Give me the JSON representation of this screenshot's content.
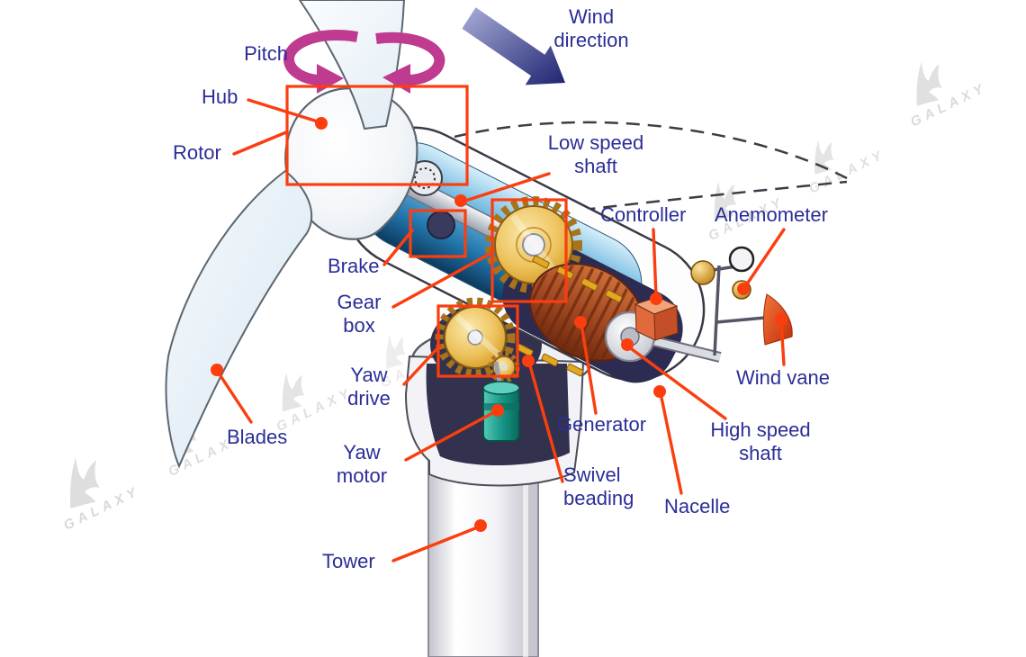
{
  "labels": {
    "pitch": "Pitch",
    "hub": "Hub",
    "rotor": "Rotor",
    "wind_direction": "Wind direction",
    "low_speed_shaft": "Low speed shaft",
    "controller": "Controller",
    "anemometer": "Anemometer",
    "brake": "Brake",
    "gear_box": "Gear box",
    "yaw_drive": "Yaw drive",
    "yaw_motor": "Yaw motor",
    "blades": "Blades",
    "generator": "Generator",
    "high_speed_shaft": "High speed shaft",
    "wind_vane": "Wind vane",
    "swivel_beading": "Swivel beading",
    "nacelle": "Nacelle",
    "tower": "Tower"
  },
  "watermark": {
    "text": "GALAXY"
  },
  "colors": {
    "label_text": "#2b2e96",
    "leader_line": "#fb3e0f",
    "highlight_box": "#fb3e0f",
    "pitch_arrow": "#bf3b8f",
    "wind_arrow_dark": "#1e2370",
    "nacelle_interior_blue": "#2277ad",
    "gear_gold": "#edc25c",
    "generator_copper": "#a34a24",
    "controller_orange": "#e06a3c",
    "yaw_motor_teal": "#149383",
    "wind_vane_red": "#e84b1e",
    "watermark_gray": "#d9d9d9"
  }
}
